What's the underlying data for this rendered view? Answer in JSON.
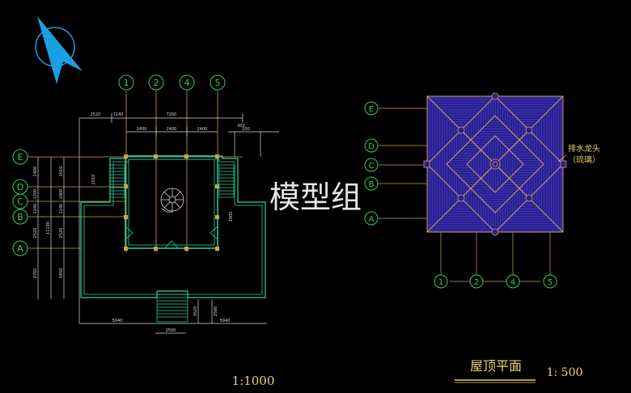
{
  "grid_labels": {
    "left_columns": [
      "1",
      "2",
      "4",
      "5"
    ],
    "left_rows": [
      "E",
      "D",
      "C",
      "B",
      "A"
    ],
    "right_columns": [
      "1",
      "2",
      "4",
      "5"
    ],
    "right_rows": [
      "E",
      "D",
      "C",
      "B",
      "A"
    ]
  },
  "dimensions": {
    "top_total": "7200",
    "top_left_1": "2520",
    "top_left_2": "1140",
    "top_spans": [
      "2400",
      "2400",
      "2400"
    ],
    "top_small": [
      "300",
      "100"
    ],
    "left_vertical": [
      "2400",
      "1200",
      "1240",
      "2520",
      "3760"
    ],
    "left_vertical_inner": [
      "2010",
      "1900",
      "1240",
      "2520",
      "3450"
    ],
    "left_total": "11100",
    "bottom_spans": [
      "5940",
      "5940"
    ],
    "bottom_mid": "2500",
    "stair_dims": [
      "2010",
      "1900",
      "3520"
    ]
  },
  "annotations": {
    "watermark": "模型组",
    "drain_label_line1": "排水龙头",
    "drain_label_line2": "（琉璃）",
    "roof_plan_title": "屋顶平面",
    "roof_plan_scale": "1: 500",
    "floor_plan_scale": "1:1000"
  },
  "colors": {
    "background": "#000000",
    "grid_line": "#c8a05a",
    "axis_circle": "#2fd05a",
    "wall": "#2fd0a0",
    "dimension": "#d8d8d8",
    "roof_fill": "#3a2aa8",
    "roof_line": "#c8a05a",
    "label_yellow": "#e8d36a",
    "north_arrow": "#1aa0e0"
  }
}
